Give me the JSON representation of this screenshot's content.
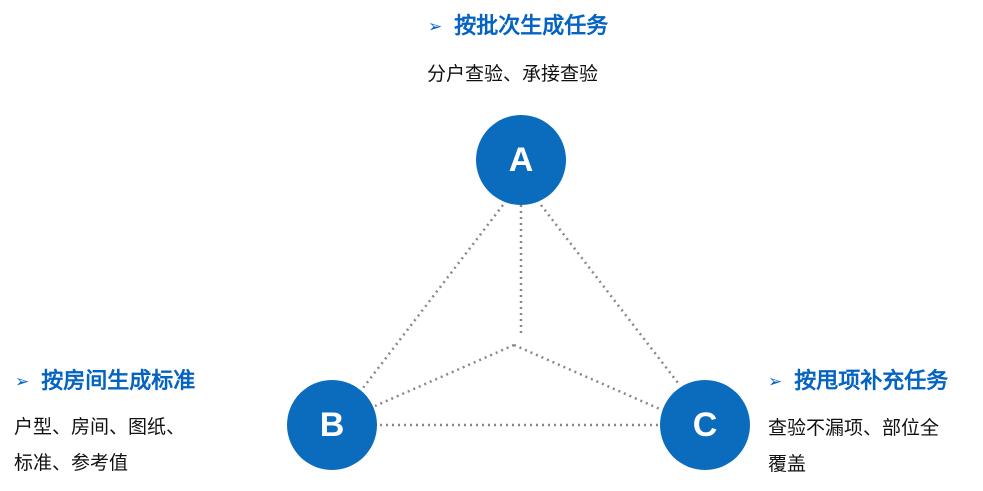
{
  "colors": {
    "accent": "#0563c1",
    "node_fill": "#0b6bbd",
    "connector": "#888888",
    "text": "#111111"
  },
  "arrow_icon": "➢",
  "nodes": {
    "a": {
      "letter": "A",
      "heading": "按批次生成任务",
      "desc": [
        "分户查验、承接查验"
      ]
    },
    "b": {
      "letter": "B",
      "heading": "按房间生成标准",
      "desc": [
        "户型、房间、图纸、",
        "标准、参考值"
      ]
    },
    "c": {
      "letter": "C",
      "heading": "按甩项补充任务",
      "desc": [
        "查验不漏项、部位全",
        "覆盖"
      ]
    }
  }
}
